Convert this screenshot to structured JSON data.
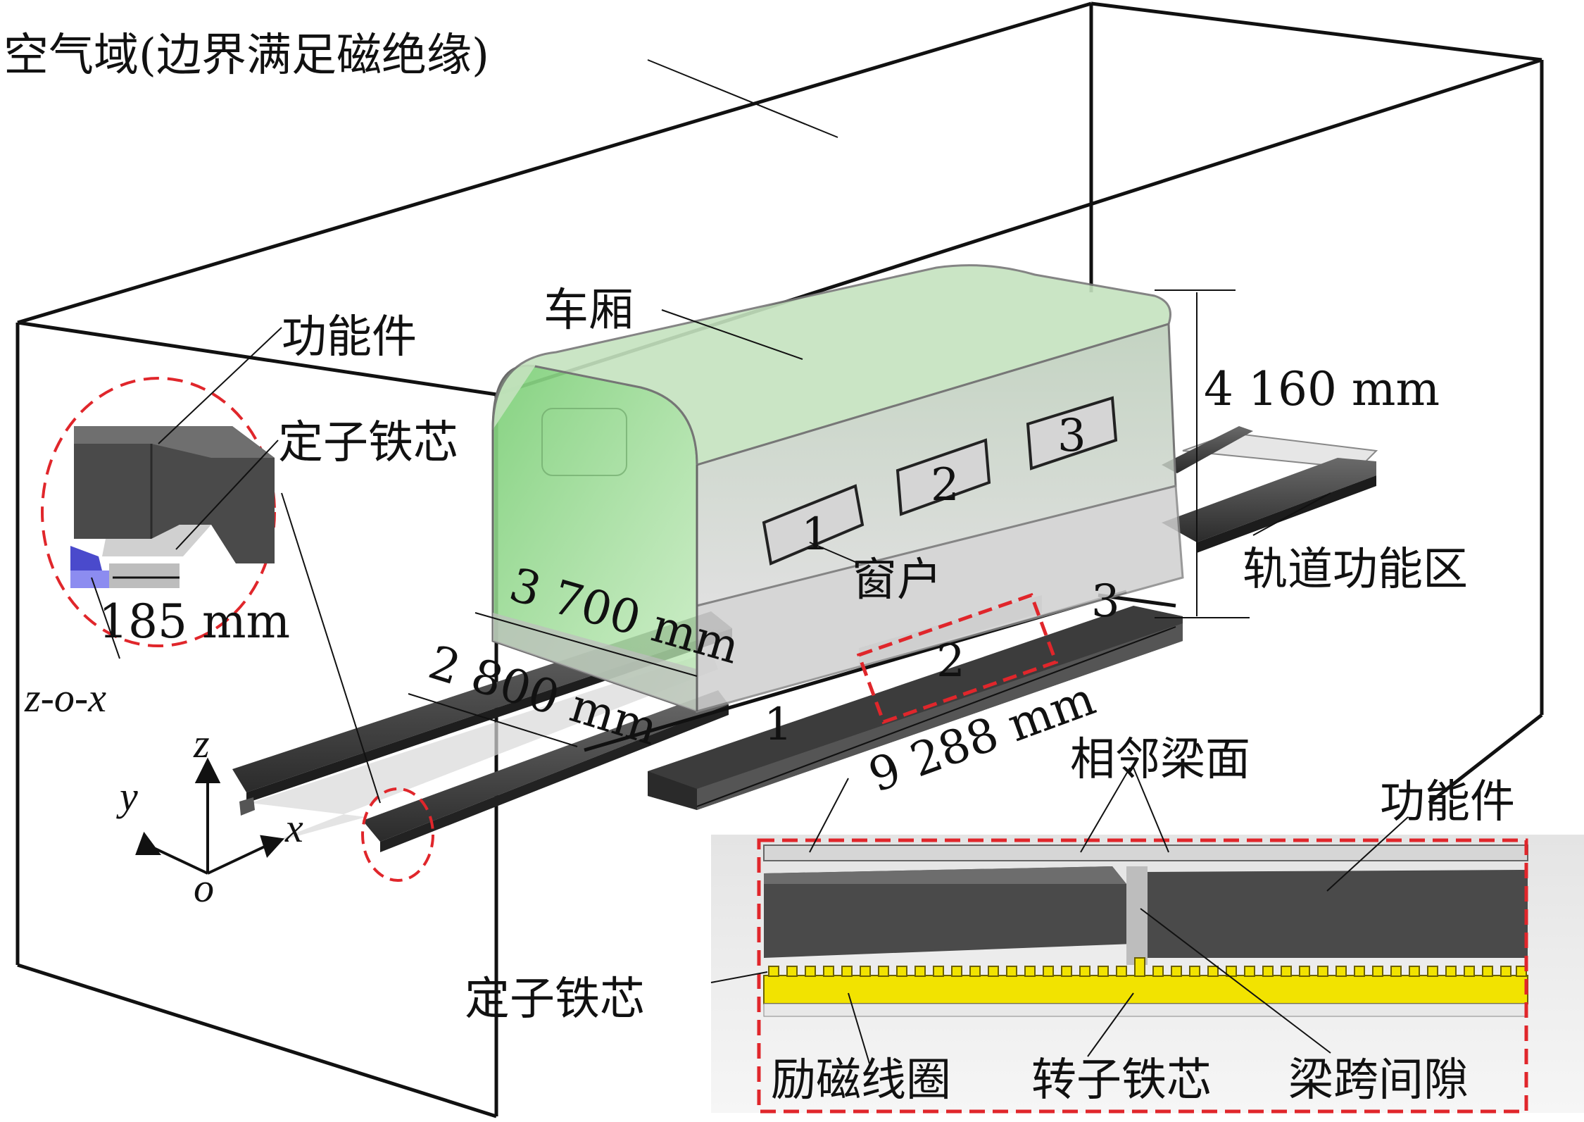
{
  "labels": {
    "air_domain": "空气域(边界满足磁绝缘)",
    "carriage": "车厢",
    "functional_part_top": "功能件",
    "stator_core_top": "定子铁芯",
    "window": "窗户",
    "track_zone": "轨道功能区",
    "adjacent_beam": "相邻梁面",
    "functional_part_bottom": "功能件",
    "stator_core_bottom": "定子铁芯",
    "excitation_coil": "励磁线圈",
    "rotor_core": "转子铁芯",
    "beam_gap": "梁跨间隙"
  },
  "dimensions": {
    "height": "4 160 mm",
    "car_length": "3 700 mm",
    "track_width": "2 800 mm",
    "beam_length": "9 288 mm",
    "core_width": "185 mm"
  },
  "window_numbers": [
    "1",
    "2",
    "3"
  ],
  "segment_numbers": [
    "1",
    "2",
    "3"
  ],
  "axes": {
    "z": "z",
    "y": "y",
    "x": "x",
    "o": "o",
    "plane": "z-o-x"
  },
  "colors": {
    "carriage_green": "#8fd58a",
    "highlight_red": "#e0262b",
    "coil_yellow": "#f2e300",
    "core_dark": "#4a4a4a"
  }
}
